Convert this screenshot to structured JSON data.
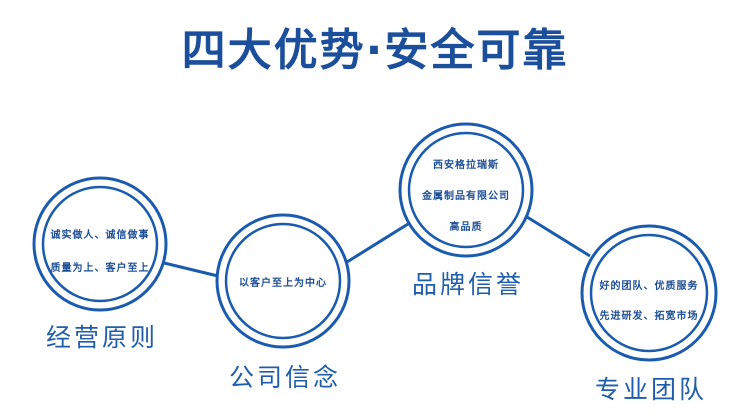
{
  "title": "四大优势·安全可靠",
  "colors": {
    "accent": "#1a5bb0",
    "title": "#1b4f9c"
  },
  "nodes": [
    {
      "label": "经营原则",
      "lines": [
        "诚实做人、诚信做事",
        "质量为上、客户至上"
      ]
    },
    {
      "label": "公司信念",
      "lines": [
        "以客户至上为中心"
      ]
    },
    {
      "label": "品牌信誉",
      "lines": [
        "西安格拉瑞斯",
        "金属制品有限公司",
        "高品质"
      ]
    },
    {
      "label": "专业团队",
      "lines": [
        "好的团队、优质服务",
        "先进研发、拓宽市场"
      ]
    }
  ]
}
